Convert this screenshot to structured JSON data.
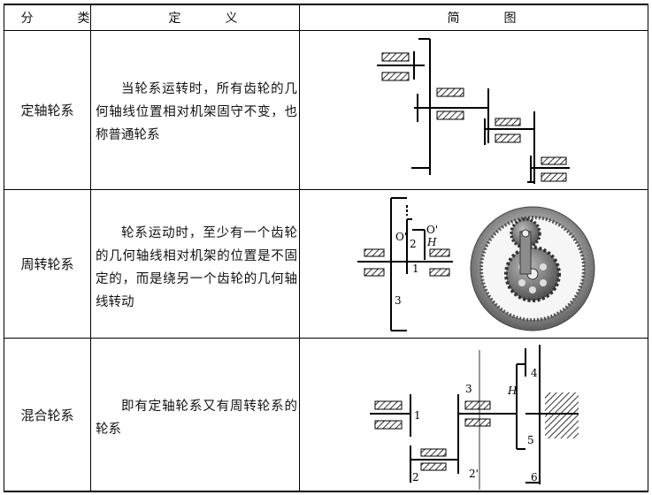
{
  "header": {
    "col_category": "分　类",
    "col_definition": "定　义",
    "col_diagram": "简　图"
  },
  "rows": [
    {
      "name": "定轴轮系",
      "definition": "当轮系运转时，所有齿轮的几何轴线位置相对机架固守不变，也称普通轮系"
    },
    {
      "name": "周转轮系",
      "definition": "轮系运动时，至少有一个齿轮的几何轴线相对机架的位置是不固定的，而是绕另一个齿轮的几何轴线转动"
    },
    {
      "name": "混合轮系",
      "definition": "即有定轴轮系又有周转轮系的轮系"
    }
  ],
  "diagram_labels": {
    "epicyclic": {
      "o_prime": "O'",
      "o_prime_right": "O'",
      "h": "H",
      "g1": "1",
      "g2": "2",
      "g3": "3"
    },
    "compound": {
      "g1": "1",
      "g2": "2",
      "g2p": "2'",
      "g3": "3",
      "g4": "4",
      "g5": "5",
      "g6": "6",
      "h": "H"
    }
  }
}
